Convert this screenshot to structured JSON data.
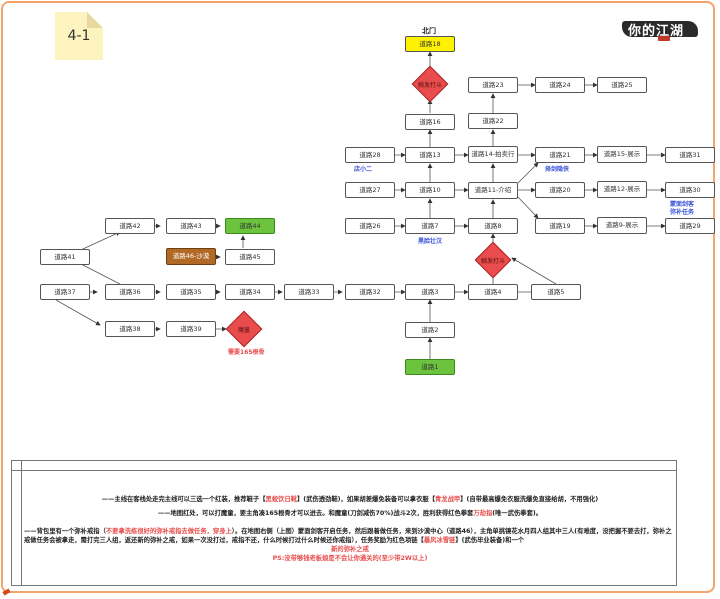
{
  "header": {
    "sticky_label": "4-1",
    "logo_text": "你的江湖"
  },
  "nodes": {
    "n1": "道路1",
    "n2": "道路2",
    "n3": "道路3",
    "n4": "道路4",
    "n5": "道路5",
    "n7": "道路7",
    "n8": "道路8",
    "n10": "道路10",
    "n11": "道路11-介绍",
    "n13": "道路13",
    "n14": "道路14-拍卖行",
    "n16": "道路16",
    "n18": "道路18",
    "n19": "道路19",
    "n20": "道路20",
    "n21": "道路21",
    "n22": "道路22",
    "n23": "道路23",
    "n24": "道路24",
    "n25": "道路25",
    "n26": "道路26",
    "n27": "道路27",
    "n28": "道路28",
    "n29": "道路29",
    "n30": "道路30",
    "n31": "道路31",
    "n9s": "道路9-展示",
    "n12s": "道路12-展示",
    "n15s": "道路15-展示",
    "n32": "道路32",
    "n33": "道路33",
    "n34": "道路34",
    "n35": "道路35",
    "n36": "道路36",
    "n37": "道路37",
    "n38": "道路38",
    "n39": "道路39",
    "n41": "道路41",
    "n42": "道路42",
    "n43": "道路43",
    "n44": "道路44",
    "n45": "道路45",
    "n46": "道路46-沙漠"
  },
  "diamonds": {
    "d_top": "触发打斗",
    "d_mid": "触发打斗",
    "d_left": "魔童"
  },
  "labels": {
    "north_gate": "北门",
    "shop_boy": "店小二",
    "sword_master": "择剑隐侠",
    "black_robe": "黑脸壮汉",
    "meng": "蒙面剑客",
    "meng2": "弥补任务",
    "need_bones": "需要165根骨"
  },
  "notes": {
    "p1_a": "——主线在客栈处走完主线可以三选一个红装，推荐鞋子【",
    "p1_b": "黑蛟饮日靴",
    "p1_c": "】(武伤透劲鞋)，如果胡差爆免装备可以拿衣服【",
    "p1_d": "青龙战甲",
    "p1_e": "】(自带最高爆免衣服洗爆免直接给胡，不用强化)",
    "p2_a": "——地图红处，可以打魔童，要主角凑165根骨才可以进去。和魔童(刀剑减伤70%)战斗2次，胜利获得红色拳套",
    "p2_b": "万劫指",
    "p2_c": "(唯一武伤拳套)。",
    "p3_a": "——背包里有一个弥补戒指（",
    "p3_b": "不要拿洗练很好的弥补戒指去做任务，穿身上",
    "p3_c": "）。在地图右侧（上图）蒙面剑客开启任务，然后跟着做任务，来到沙漠中心（道路46），主角单挑镜花水月四人组其中三人(有难度，没把握不要去打，弥补之戒做任务会被拿走，需打完三人组，返还新的弥补之戒，如果一次没打过，戒指不还，什么时候打过什么时候还你戒指），任务奖励为红色项链【",
    "p3_d": "暴风冰雪链",
    "p3_e": "】(武伤毕业装备)和一个",
    "p3_f": "新的弥补之戒",
    "p3_g": "PS:没带够钱老板娘是不会让你通关的(至少带2W以上)"
  }
}
